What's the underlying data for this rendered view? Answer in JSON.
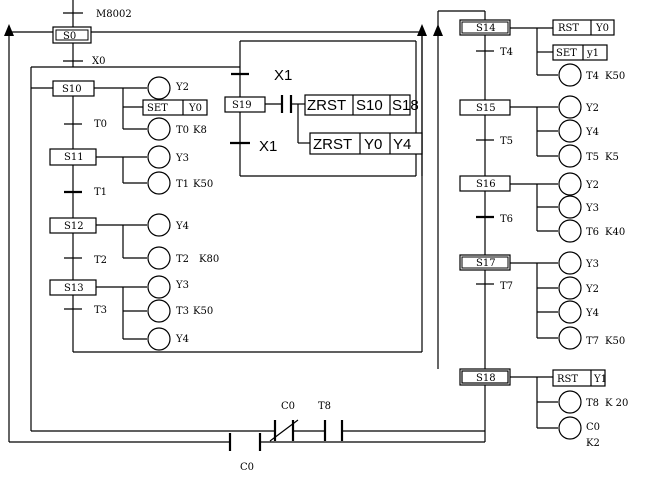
{
  "init": {
    "contact": "M8002",
    "step": "S0",
    "cond": "X0"
  },
  "left_branch": {
    "steps": [
      "S10",
      "S11",
      "S12",
      "S13"
    ],
    "transitions": [
      "T0",
      "T1",
      "T2",
      "T3"
    ],
    "actions": {
      "s10": {
        "out": "Y2",
        "set": "SET",
        "set_dev": "Y0",
        "timer": "T0",
        "timer_k": "K8"
      },
      "s11": {
        "out": "Y3",
        "timer": "T1",
        "timer_k": "K50"
      },
      "s12": {
        "out": "Y4",
        "timer": "T2",
        "timer_k": "K80"
      },
      "s13": {
        "out1": "Y3",
        "timer": "T3",
        "timer_k": "K50",
        "out2": "Y4"
      }
    }
  },
  "reset_block": {
    "cond": "X1",
    "step": "S19",
    "cond2": "X1",
    "rows": [
      [
        "ZRST",
        "S10",
        "S18"
      ],
      [
        "ZRST",
        "Y0",
        "Y4"
      ]
    ]
  },
  "right_branch": {
    "steps": [
      "S14",
      "S15",
      "S16",
      "S17",
      "S18"
    ],
    "transitions": [
      "T4",
      "T5",
      "T6",
      "T7"
    ],
    "actions": {
      "s14": {
        "rst": "RST",
        "rst_dev": "Y0",
        "set": "SET",
        "set_dev": "y1",
        "timer": "T4",
        "timer_k": "K50"
      },
      "s15": {
        "out1": "Y2",
        "out2": "Y4",
        "timer": "T5",
        "timer_k": "K5"
      },
      "s16": {
        "out1": "Y2",
        "out2": "Y3",
        "timer": "T6",
        "timer_k": "K40"
      },
      "s17": {
        "out1": "Y3",
        "out2": "Y2",
        "out3": "Y4",
        "timer": "T7",
        "timer_k": "K50"
      },
      "s18": {
        "rst": "RST",
        "rst_dev": "Y1",
        "timer": "T8",
        "timer_k": "K 20",
        "counter": "C0",
        "counter_k": "K2"
      }
    }
  },
  "bottom": {
    "c0_nc": "C0",
    "t8": "T8",
    "c0_no": "C0"
  }
}
